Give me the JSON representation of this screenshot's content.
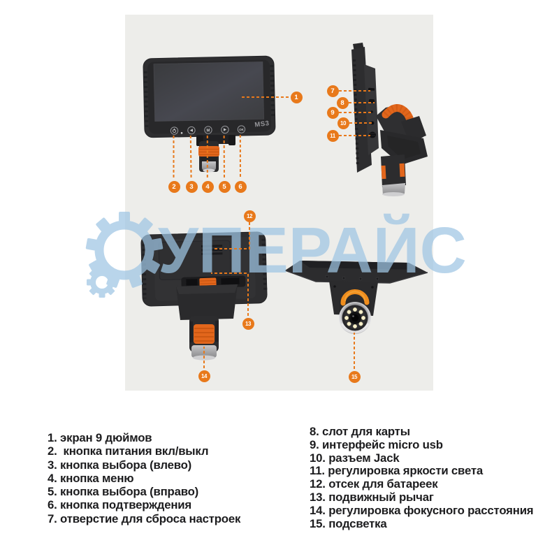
{
  "device": {
    "model": "MS3",
    "buttons": {
      "menu": "M",
      "ok": "OK"
    }
  },
  "watermark": {
    "text": "УПЕРАЙС"
  },
  "callouts": [
    "1",
    "2",
    "3",
    "4",
    "5",
    "6",
    "7",
    "8",
    "9",
    "10",
    "11",
    "12",
    "13",
    "14",
    "15"
  ],
  "legend": {
    "left": [
      "1. экран 9 дюймов",
      "2.  кнопка питания вкл/выкл",
      "3. кнопка выбора (влево)",
      "4. кнопка меню",
      "5. кнопка выбора (вправо)",
      "6. кнопка подтверждения",
      "7. отверстие для сброса настроек"
    ],
    "right": [
      "8. слот для карты",
      "9. интерфейс micro usb",
      "10. разъем Jack",
      "11. регулировка яркости света",
      "12. отсек для батареек",
      "13. подвижный рычаг",
      "14. регулировка фокусного расстояния",
      "15. подсветка"
    ]
  },
  "colors": {
    "accent_orange": "#E8791B",
    "device_orange": "#E2661C",
    "panel_background": "#EDEDEA",
    "watermark_blue": "#9FC6E4",
    "page_background": "#FFFFFF",
    "legend_text": "#1C1C1E"
  }
}
